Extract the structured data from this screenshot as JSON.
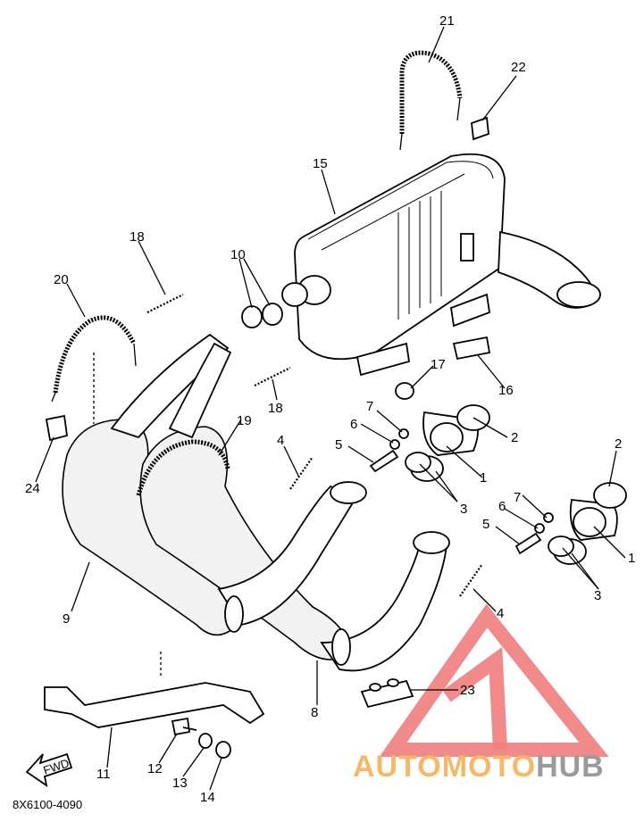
{
  "diagram": {
    "part_labels": {
      "p1a": "1",
      "p1b": "1",
      "p2a": "2",
      "p2b": "2",
      "p3a": "3",
      "p3b": "3",
      "p4a": "4",
      "p4b": "4",
      "p5a": "5",
      "p5b": "5",
      "p6a": "6",
      "p6b": "6",
      "p7a": "7",
      "p7b": "7",
      "p8": "8",
      "p9": "9",
      "p10": "10",
      "p11": "11",
      "p12": "12",
      "p13": "13",
      "p14": "14",
      "p15": "15",
      "p16": "16",
      "p17": "17",
      "p18a": "18",
      "p18b": "18",
      "p19": "19",
      "p20": "20",
      "p21": "21",
      "p22": "22",
      "p23": "23",
      "p24": "24"
    },
    "reference_code": "8X6100-4090",
    "fwd_arrow_label": "FWD"
  },
  "watermark": {
    "word_part1": "AUTOMOTO",
    "word_part2": "HUB",
    "colors": {
      "triangle": "#ef7d7d",
      "part1": "#f4b868",
      "part2": "#9a9a9a"
    }
  }
}
